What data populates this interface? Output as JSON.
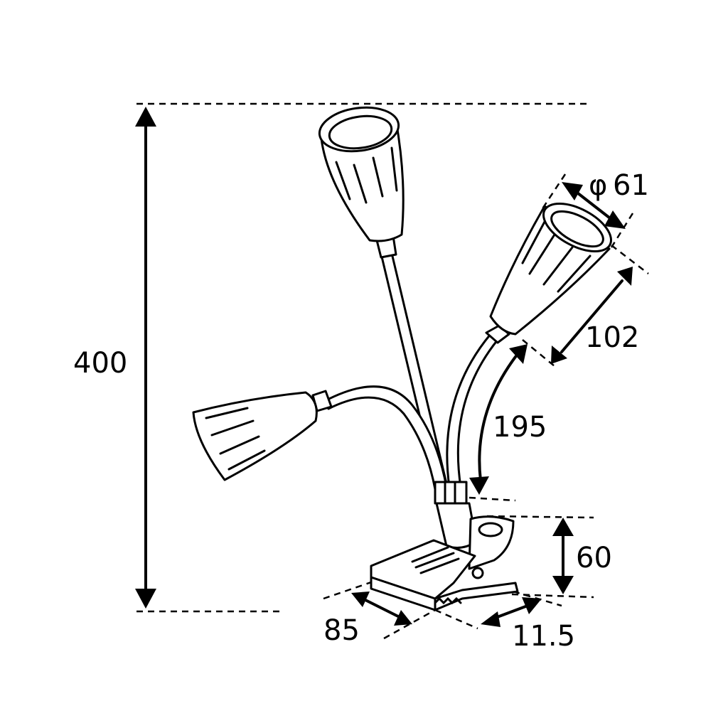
{
  "dimensions": {
    "height_total": "400",
    "arm_length": "195",
    "shade_length": "102",
    "shade_diameter_symbol": "φ",
    "shade_diameter": "61",
    "clip_height": "60",
    "clip_depth": "85",
    "clip_opening": "11.5"
  }
}
